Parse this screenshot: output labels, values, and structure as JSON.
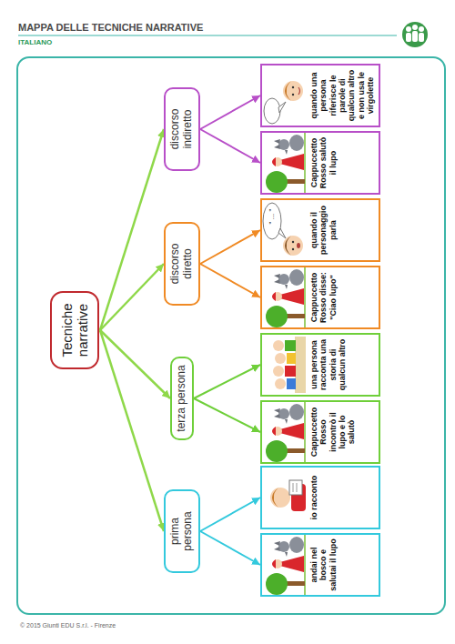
{
  "diagram": {
    "title": "MAPPA DELLE TECNICHE NARRATIVE",
    "nodes": [
      {
        "text": [
          "Tecniche narrative"
        ]
      },
      {
        "text": [
          "prima persona"
        ]
      },
      {
        "text": [
          "andai nel bosco e salutai il lupo"
        ]
      },
      {
        "text": [
          "io racconto"
        ]
      },
      {
        "text": [
          "terza persona"
        ]
      },
      {
        "text": [
          "Cappuccetto Rosso incontrò il lupo e lo salutò"
        ]
      },
      {
        "text": [
          "una persona racconta una storia di qualcun altro"
        ]
      },
      {
        "text": [
          "discorso diretto"
        ]
      },
      {
        "text": [
          "Cappuccetto Rosso disse: \"Ciao lupo\""
        ]
      },
      {
        "text": [
          "\" ... \"",
          "quando il personaggio parla"
        ]
      },
      {
        "text": [
          "discorso indiretto"
        ]
      },
      {
        "text": [
          "Cappuccetto Rosso salutò il lupo"
        ]
      },
      {
        "text": [
          "quando una persona riferisce le parole di qualcun altro e non usa le virgolette"
        ]
      }
    ],
    "edges": [
      {
        "from": 0,
        "to": 1,
        "arrow": "to"
      },
      {
        "from": 0,
        "to": 4,
        "arrow": "to"
      },
      {
        "from": 0,
        "to": 7,
        "arrow": "to"
      },
      {
        "from": 0,
        "to": 10,
        "arrow": "to"
      },
      {
        "from": 1,
        "to": 2,
        "arrow": "to"
      },
      {
        "from": 1,
        "to": 3,
        "arrow": "to"
      },
      {
        "from": 4,
        "to": 5,
        "arrow": "to"
      },
      {
        "from": 4,
        "to": 6,
        "arrow": "to"
      },
      {
        "from": 7,
        "to": 8,
        "arrow": "to"
      },
      {
        "from": 7,
        "to": 9,
        "arrow": "to"
      },
      {
        "from": 10,
        "to": 11,
        "arrow": "to"
      },
      {
        "from": 10,
        "to": 12,
        "arrow": "to"
      }
    ],
    "labels": [
      "ITALIANO",
      "© 2015 Giunti EDU S.r.l. - Firenze"
    ]
  }
}
